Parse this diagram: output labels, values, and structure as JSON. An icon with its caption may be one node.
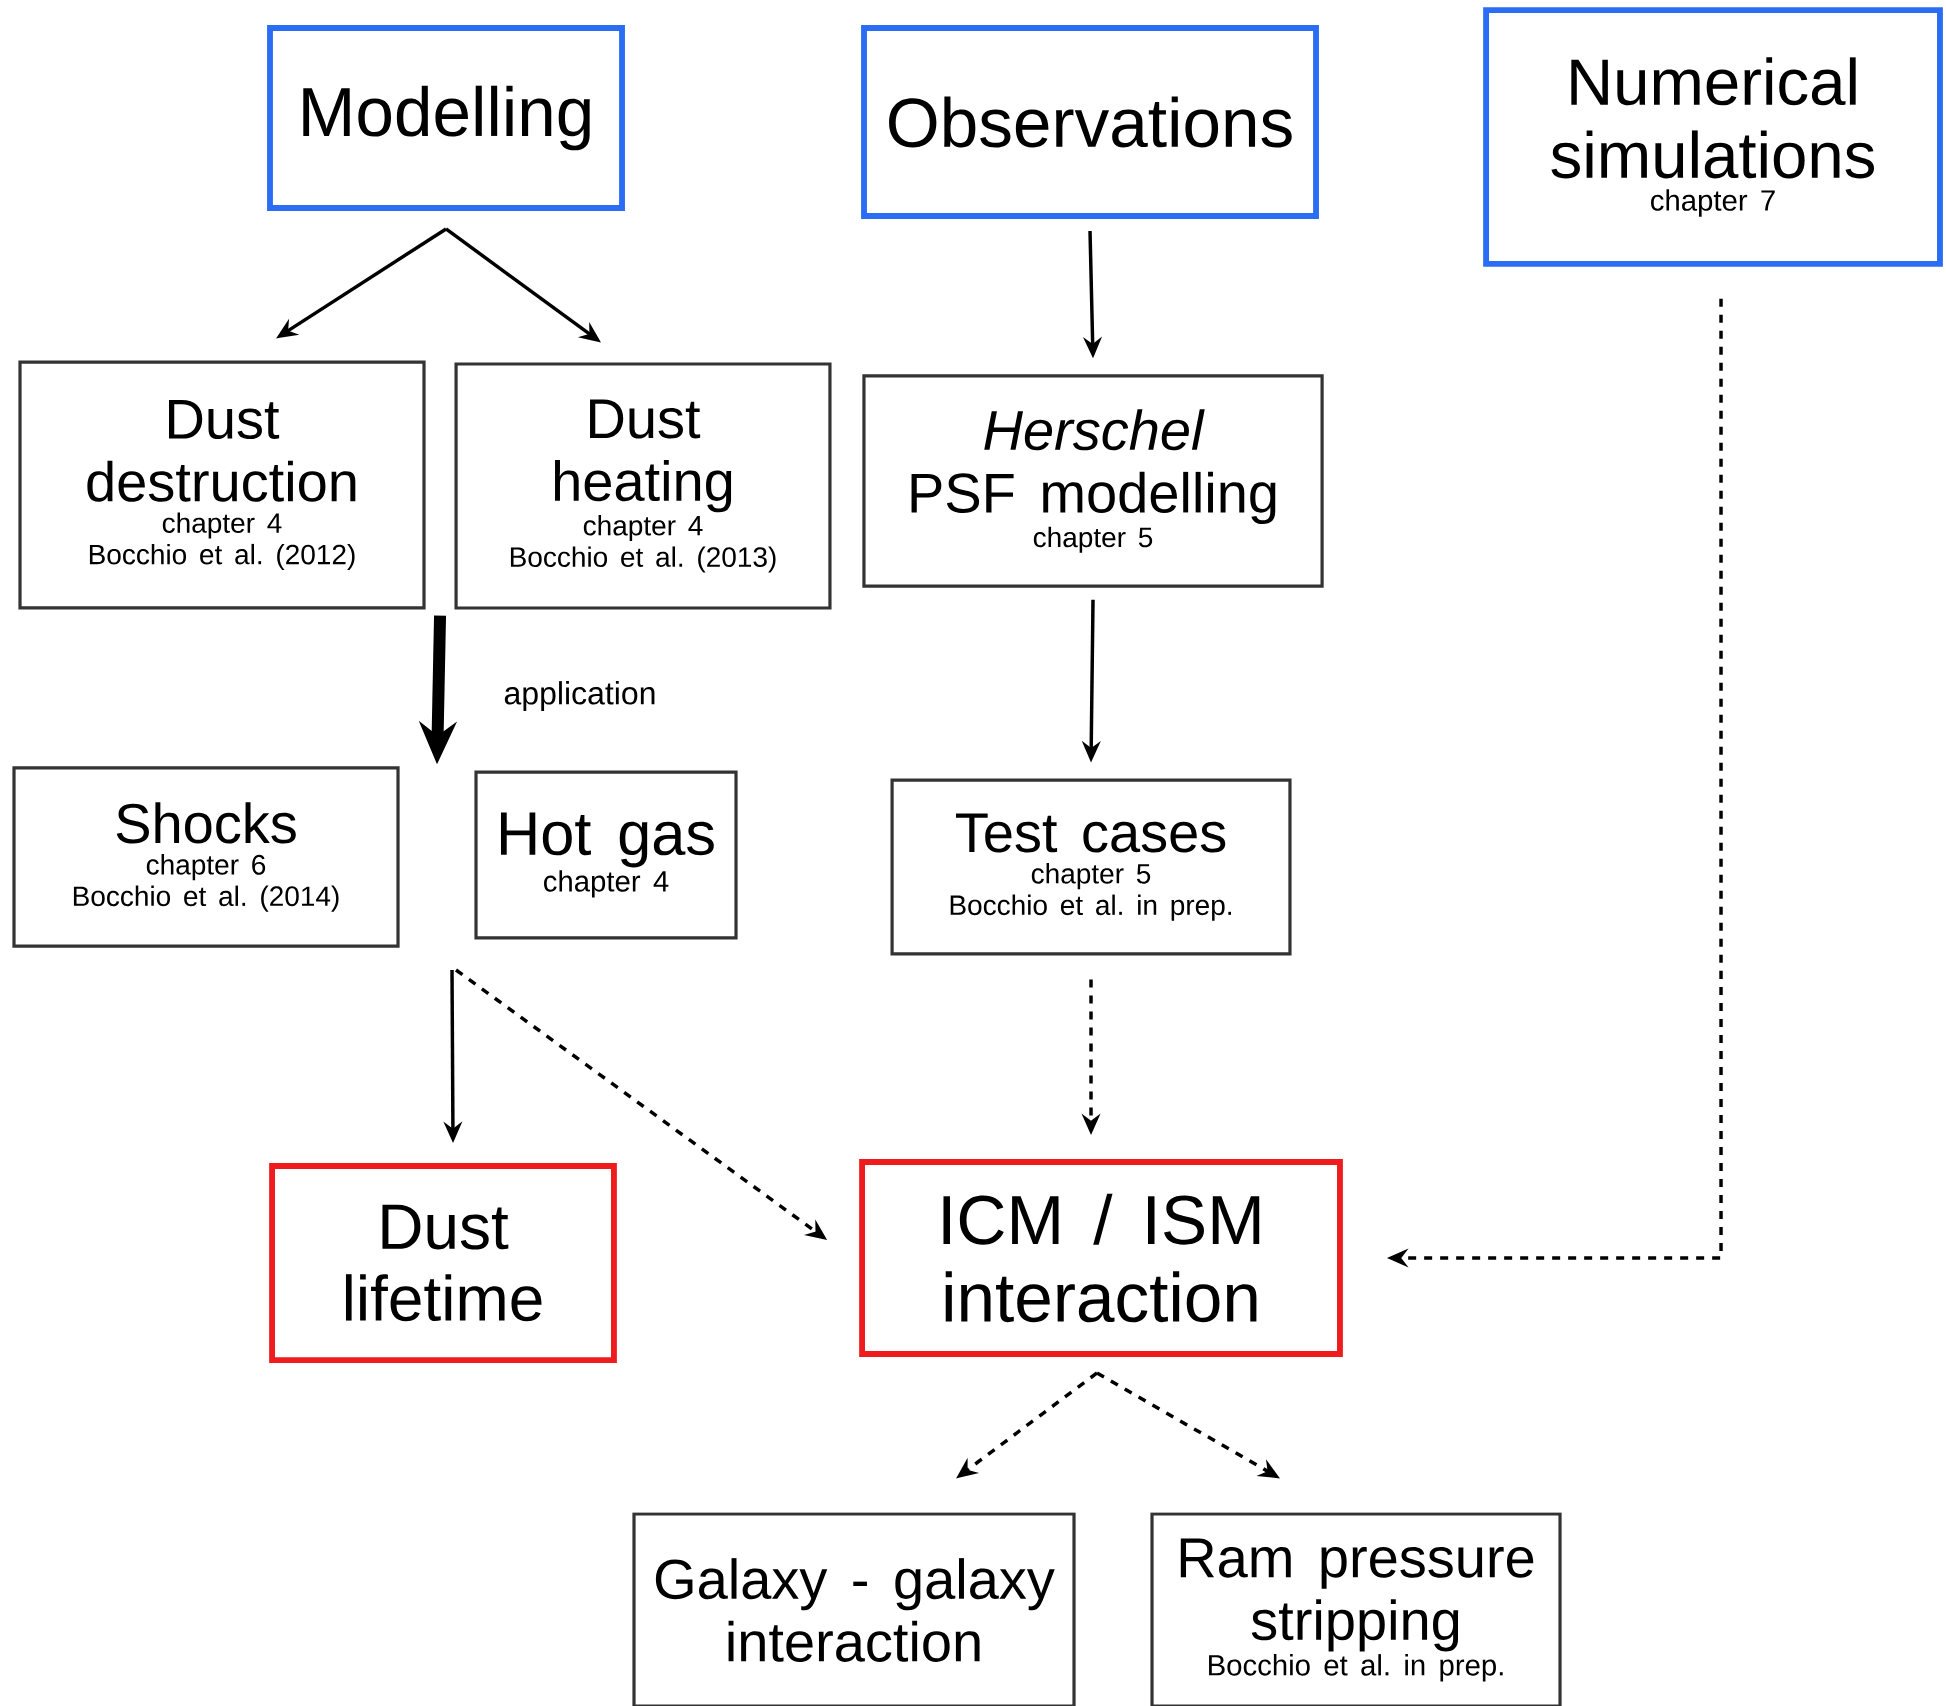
{
  "diagram": {
    "nodes": [
      {
        "text": [
          "Modelling"
        ]
      },
      {
        "text": [
          "Observations"
        ]
      },
      {
        "text": [
          "Numerical simulations",
          "chapter 7"
        ]
      },
      {
        "text": [
          "Dust destruction",
          "chapter 4",
          "Bocchio et al. (2012)"
        ]
      },
      {
        "text": [
          "Dust heating",
          "chapter 4",
          "Bocchio et al. (2013)"
        ]
      },
      {
        "text": [
          "Herschel",
          "PSF modelling",
          "chapter 5"
        ]
      },
      {
        "text": [
          "Shocks",
          "chapter 6",
          "Bocchio et al. (2014)"
        ]
      },
      {
        "text": [
          "Hot gas",
          "chapter 4"
        ]
      },
      {
        "text": [
          "Test cases",
          "chapter 5",
          "Bocchio et al. in prep."
        ]
      },
      {
        "text": [
          "Dust lifetime"
        ]
      },
      {
        "text": [
          "ICM / ISM interaction"
        ]
      },
      {
        "text": [
          "Galaxy - galaxy interaction"
        ]
      },
      {
        "text": [
          "Ram pressure stripping",
          "Bocchio et al. in prep."
        ]
      }
    ],
    "edges": [
      {
        "from": 0,
        "to": 3,
        "arrow": "to"
      },
      {
        "from": 0,
        "to": 4,
        "arrow": "to"
      },
      {
        "from": 1,
        "to": 5,
        "arrow": "to"
      },
      {
        "from": 5,
        "to": 8,
        "arrow": "to"
      },
      {
        "from": 8,
        "to": 10,
        "arrow": "to",
        "style": "dashed"
      },
      {
        "from": 2,
        "to": 10,
        "arrow": "to",
        "style": "dashed"
      },
      {
        "from": 3,
        "to": 6,
        "arrow": "to",
        "style": "thick",
        "label": "application"
      },
      {
        "from": 3,
        "to": 7,
        "arrow": "to",
        "style": "thick"
      },
      {
        "from": 4,
        "to": 6,
        "arrow": "to",
        "style": "thick"
      },
      {
        "from": 4,
        "to": 7,
        "arrow": "to",
        "style": "thick"
      },
      {
        "from": null,
        "to": 9,
        "arrow": "to"
      },
      {
        "from": null,
        "to": 10,
        "arrow": "to",
        "style": "dashed"
      },
      {
        "from": 10,
        "to": 11,
        "arrow": "to",
        "style": "dashed"
      },
      {
        "from": 10,
        "to": 12,
        "arrow": "to",
        "style": "dashed"
      }
    ]
  }
}
